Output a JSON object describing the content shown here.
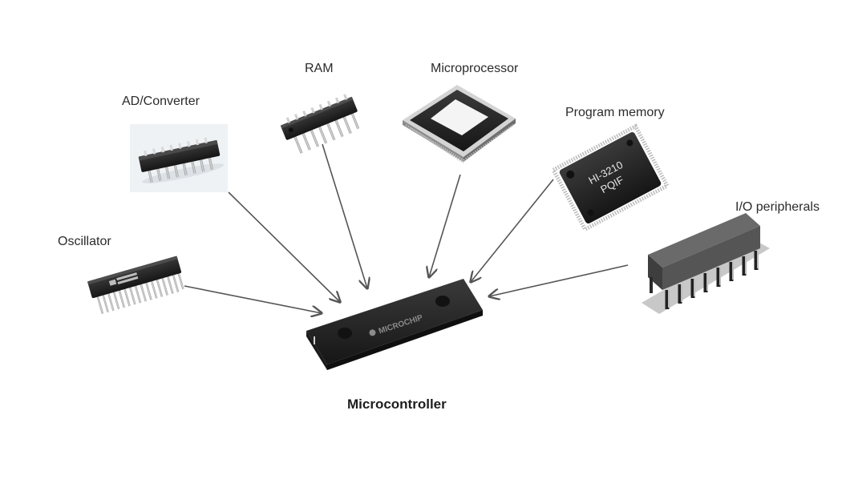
{
  "labels": {
    "ad_converter": "AD/Converter",
    "ram": "RAM",
    "microprocessor": "Microprocessor",
    "program_memory": "Program memory",
    "io_peripherals": "I/O peripherals",
    "oscillator": "Oscillator",
    "microcontroller": "Microcontroller"
  },
  "chip_markings": {
    "program_memory_line1": "HI-3210",
    "program_memory_line2": "PQIF",
    "microcontroller_brand": "MICROCHIP"
  },
  "colors": {
    "chip_body": "#262626",
    "pin": "#b9b9b9",
    "arrow": "#555555",
    "text": "#2b2b2b"
  }
}
